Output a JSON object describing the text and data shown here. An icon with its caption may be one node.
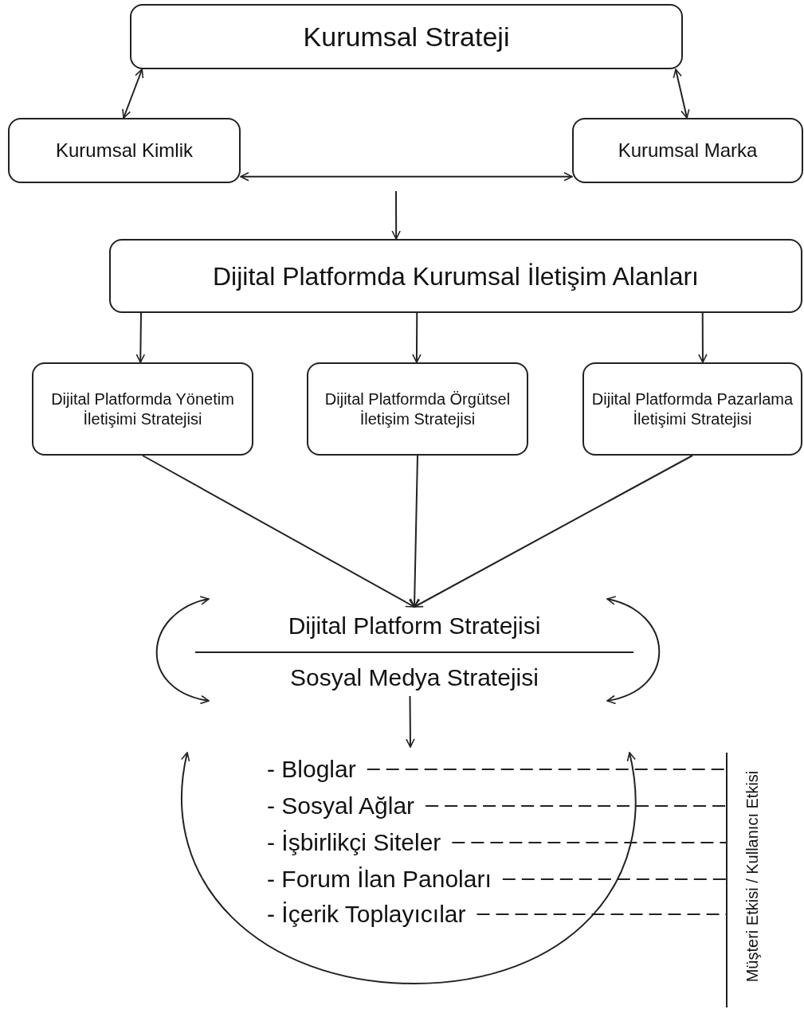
{
  "diagram": {
    "nodes": [
      {
        "text": [
          "Kurumsal Strateji"
        ]
      },
      {
        "text": [
          "Kurumsal Kimlik"
        ]
      },
      {
        "text": [
          "Kurumsal Marka"
        ]
      },
      {
        "text": [
          "Dijital Platformda Kurumsal İletişim Alanları"
        ]
      },
      {
        "text": [
          "Dijital Platformda Yönetim İletişimi Stratejisi"
        ]
      },
      {
        "text": [
          "Dijital Platformda Örgütsel İletişim Stratejisi"
        ]
      },
      {
        "text": [
          "Dijital Platformda Pazarlama İletişimi Stratejisi"
        ]
      },
      {
        "text": [
          "Dijital Platform Stratejisi",
          "Sosyal Medya Stratejisi"
        ]
      },
      {
        "text": [
          "- Bloglar"
        ]
      },
      {
        "text": [
          "- Sosyal Ağlar"
        ]
      },
      {
        "text": [
          "- İşbirlikçi Siteler"
        ]
      },
      {
        "text": [
          "- Forum İlan Panoları"
        ]
      },
      {
        "text": [
          "- İçerik Toplayıcılar"
        ]
      },
      {
        "text": [],
        "shape": "bar",
        "beside": [
          "Müşteri Etkisi / Kullanıcı Etkisi"
        ]
      }
    ],
    "edges": [
      {
        "from": 0,
        "to": 1,
        "arrow": "both"
      },
      {
        "from": 0,
        "to": 2,
        "arrow": "both"
      },
      {
        "from": 1,
        "to": 2,
        "arrow": "both"
      },
      {
        "from": null,
        "to": 3,
        "arrow": "to"
      },
      {
        "from": 3,
        "to": 4,
        "arrow": "to"
      },
      {
        "from": 3,
        "to": 5,
        "arrow": "to"
      },
      {
        "from": 3,
        "to": 6,
        "arrow": "to"
      },
      {
        "from": 4,
        "to": 7,
        "arrow": "to"
      },
      {
        "from": 5,
        "to": 7,
        "arrow": "to"
      },
      {
        "from": 6,
        "to": 7,
        "arrow": "to"
      },
      {
        "from": 7,
        "to": null,
        "arrow": "to"
      },
      {
        "from": 8,
        "to": 13,
        "arrow": "none",
        "style": "dashed"
      },
      {
        "from": 9,
        "to": 13,
        "arrow": "none",
        "style": "dashed"
      },
      {
        "from": 10,
        "to": 13,
        "arrow": "none",
        "style": "dashed"
      },
      {
        "from": 11,
        "to": 13,
        "arrow": "none",
        "style": "dashed"
      },
      {
        "from": 12,
        "to": 13,
        "arrow": "none",
        "style": "dashed"
      }
    ]
  }
}
